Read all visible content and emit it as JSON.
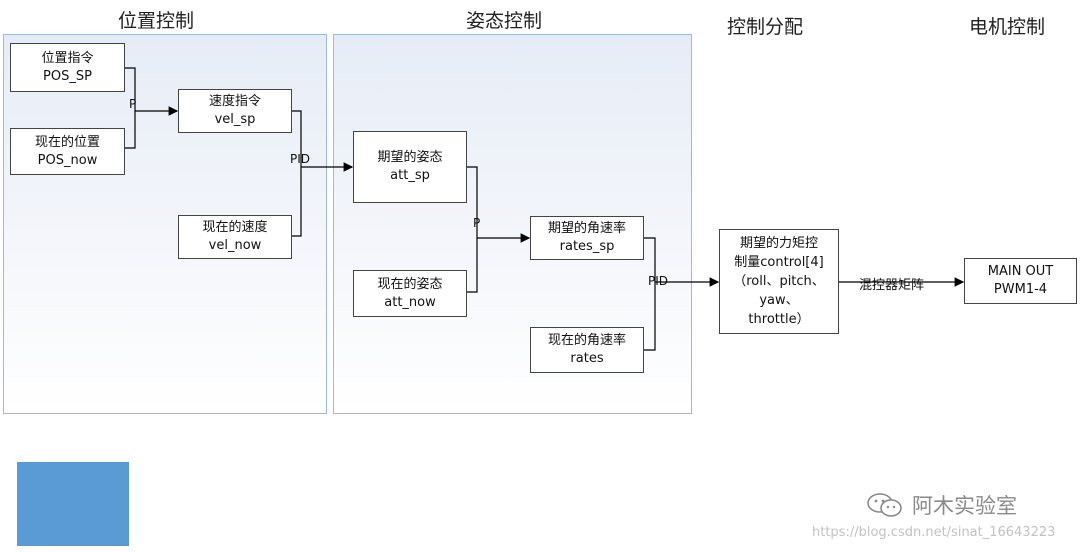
{
  "section_titles": {
    "position": "位置控制",
    "attitude": "姿态控制",
    "allocation": "控制分配",
    "motor": "电机控制"
  },
  "boxes": {
    "pos_sp": {
      "line1": "位置指令",
      "line2": "POS_SP"
    },
    "pos_now": {
      "line1": "现在的位置",
      "line2": "POS_now"
    },
    "vel_sp": {
      "line1": "速度指令",
      "line2": "vel_sp"
    },
    "vel_now": {
      "line1": "现在的速度",
      "line2": "vel_now"
    },
    "att_sp": {
      "line1": "期望的姿态",
      "line2": "att_sp"
    },
    "att_now": {
      "line1": "现在的姿态",
      "line2": "att_now"
    },
    "rates_sp": {
      "line1": "期望的角速率",
      "line2": "rates_sp"
    },
    "rates": {
      "line1": "现在的角速率",
      "line2": "rates"
    },
    "control": {
      "line1": "期望的力矩控",
      "line2": "制量control[4]",
      "line3": "（roll、pitch、",
      "line4": "yaw、",
      "line5": "throttle）"
    },
    "main_out": {
      "line1": "MAIN OUT",
      "line2": "PWM1-4"
    }
  },
  "edge_labels": {
    "p_pos": "P",
    "pid_vel": "PID",
    "p_att": "P",
    "pid_rate": "PID",
    "mixer": "混控器矩阵"
  },
  "watermark": {
    "brand": "阿木实验室",
    "url": "https://blog.csdn.net/sinat_16643223",
    "icon": "wechat-icon"
  }
}
